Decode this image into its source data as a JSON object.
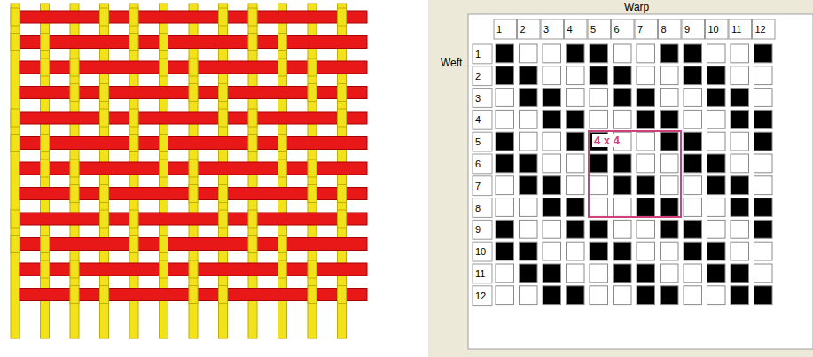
{
  "diagram": {
    "nodes": [
      {
        "text": [
          "4 x 4"
        ]
      }
    ],
    "labels": [
      "Warp",
      "Weft",
      "1",
      "2",
      "3",
      "4",
      "5",
      "6",
      "7",
      "8",
      "9",
      "10",
      "11",
      "12",
      "1",
      "2",
      "3",
      "4",
      "5",
      "6",
      "7",
      "8",
      "9",
      "10",
      "11",
      "12"
    ]
  }
}
